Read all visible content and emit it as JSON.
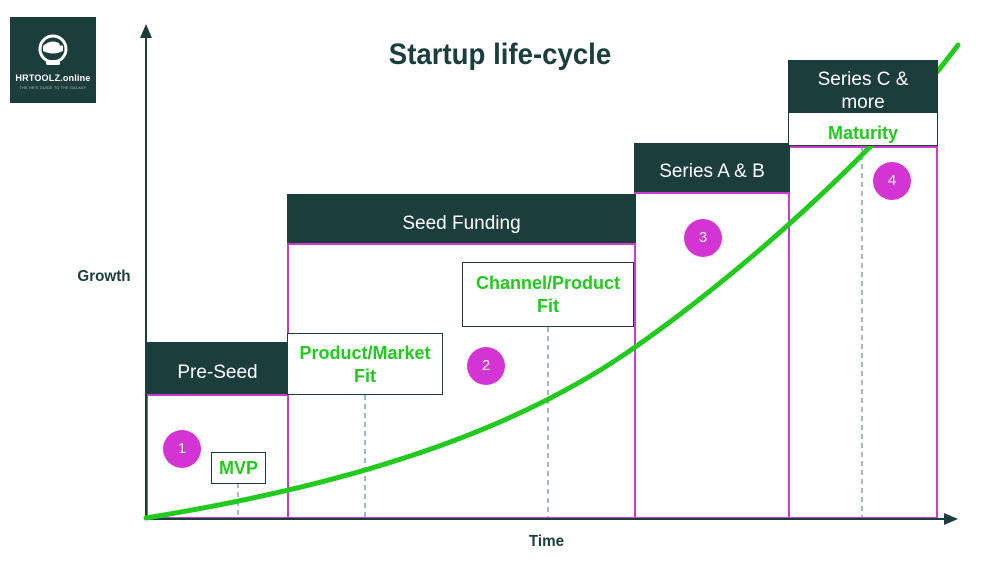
{
  "brand": {
    "name": "HRTOOLZ.online",
    "tagline": "THE HR'S GUIDE TO THE GALAXY",
    "colors": {
      "dark": "#1b3d3b",
      "magenta": "#cc3ccc",
      "green": "#22c91e"
    },
    "icon": "astronaut-helmet-icon"
  },
  "title": "Startup life-cycle",
  "axes": {
    "y_label": "Growth",
    "x_label": "Time"
  },
  "stages": [
    {
      "header": "Pre-Seed",
      "badge": "1"
    },
    {
      "header": "Seed Funding",
      "badge": "2"
    },
    {
      "header": "Series A & B",
      "badge": "3"
    },
    {
      "header_line1": "Series C &",
      "header_line2": "more",
      "subheader": "Maturity",
      "badge": "4"
    }
  ],
  "milestones": [
    {
      "label": "MVP"
    },
    {
      "label_line1": "Product/Market",
      "label_line2": "Fit"
    },
    {
      "label_line1": "Channel/Product",
      "label_line2": "Fit"
    }
  ]
}
